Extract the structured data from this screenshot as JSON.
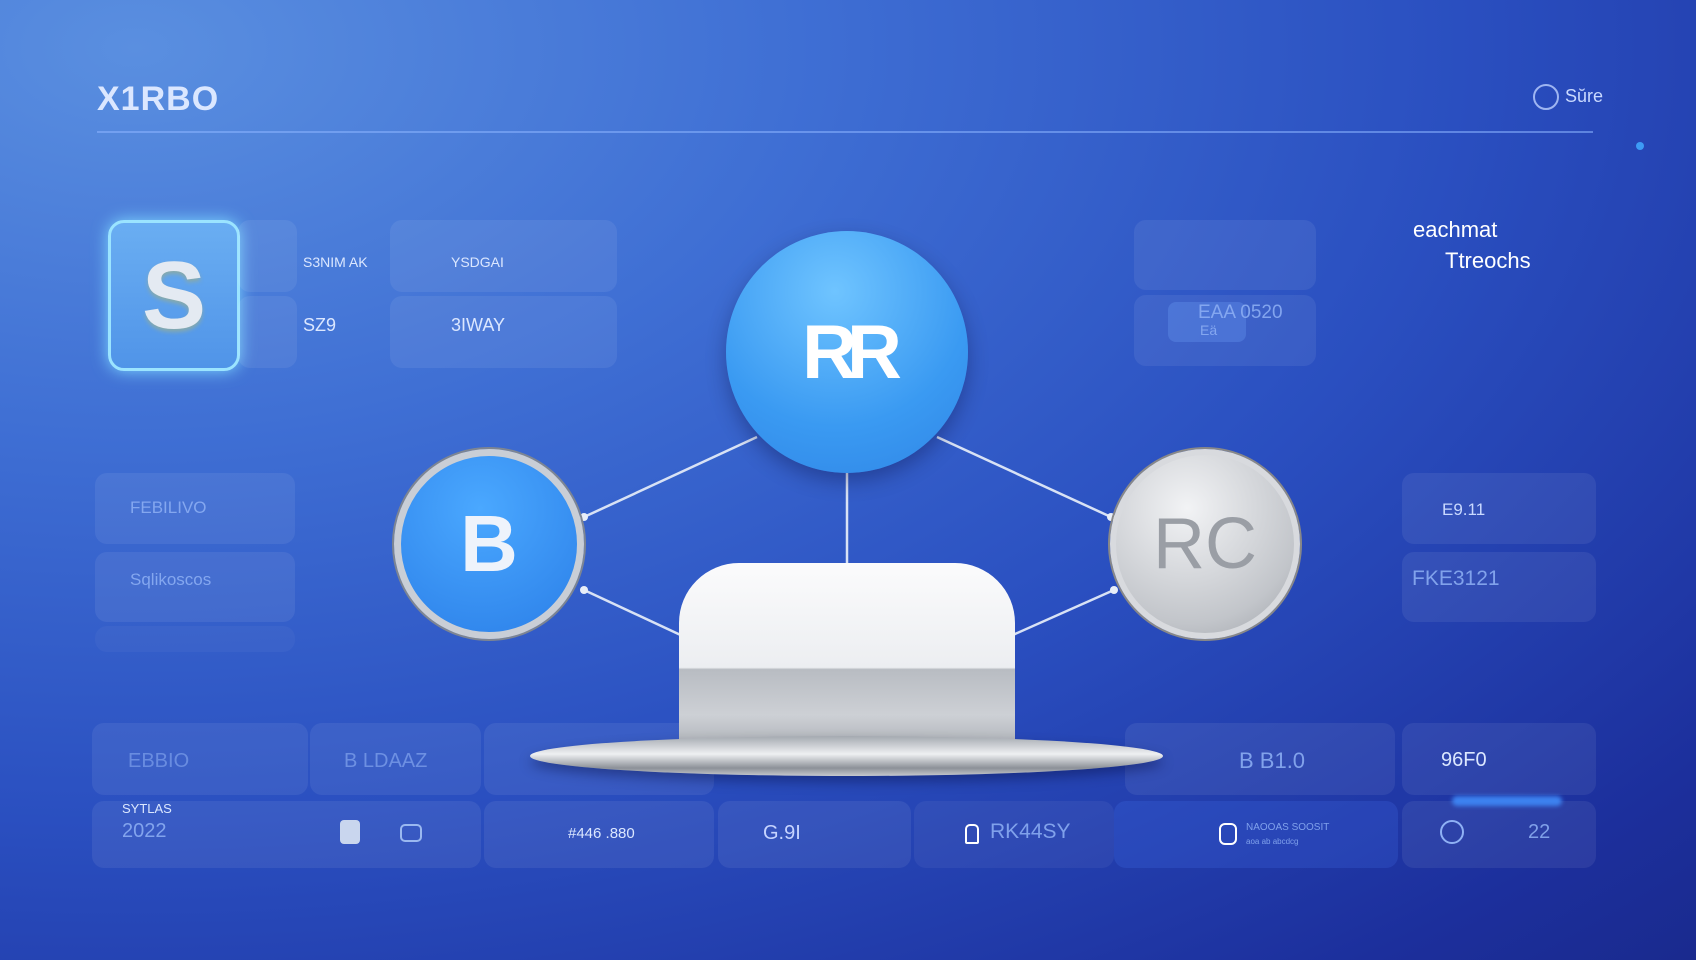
{
  "header": {
    "logo": "X1RBO",
    "account_label": "Sŭre",
    "account_icon": "avatar-icon"
  },
  "left_tile": {
    "glyph": "S"
  },
  "top_left": {
    "r1c1": "S3NIM AK",
    "r1c2": "YSDGAI",
    "r2c1": "SZ9",
    "r2c2": "3IWAY"
  },
  "top_right": {
    "value": "EAA 0520",
    "sub": "Eä",
    "title_line1": "eachmat",
    "title_line2": "Ttreochs"
  },
  "nodes": {
    "center": "RR",
    "left": "B",
    "right": "RC"
  },
  "mid_left": [
    "FEBILIVO",
    "Sqlikoscos"
  ],
  "mid_right": [
    "E9.11",
    "FKE3121"
  ],
  "bottom_row1": [
    "EBBIO",
    "B LDAAZ",
    "B B1.0",
    "96F0"
  ],
  "bottom_row2": {
    "c1_line1": "SYTLAS",
    "c1_line2": "2022",
    "c3": "#446 .880",
    "c4": "G.9I",
    "c5": "RK44SY",
    "c6_line1": "NAOOAS SOOSIT",
    "c6_line2": "aoa ab abcdcg",
    "c7": "22"
  },
  "colors": {
    "accent": "#3d9bf5",
    "bg_dark": "#1a2a8e",
    "bg_light": "#5a8fe0"
  }
}
